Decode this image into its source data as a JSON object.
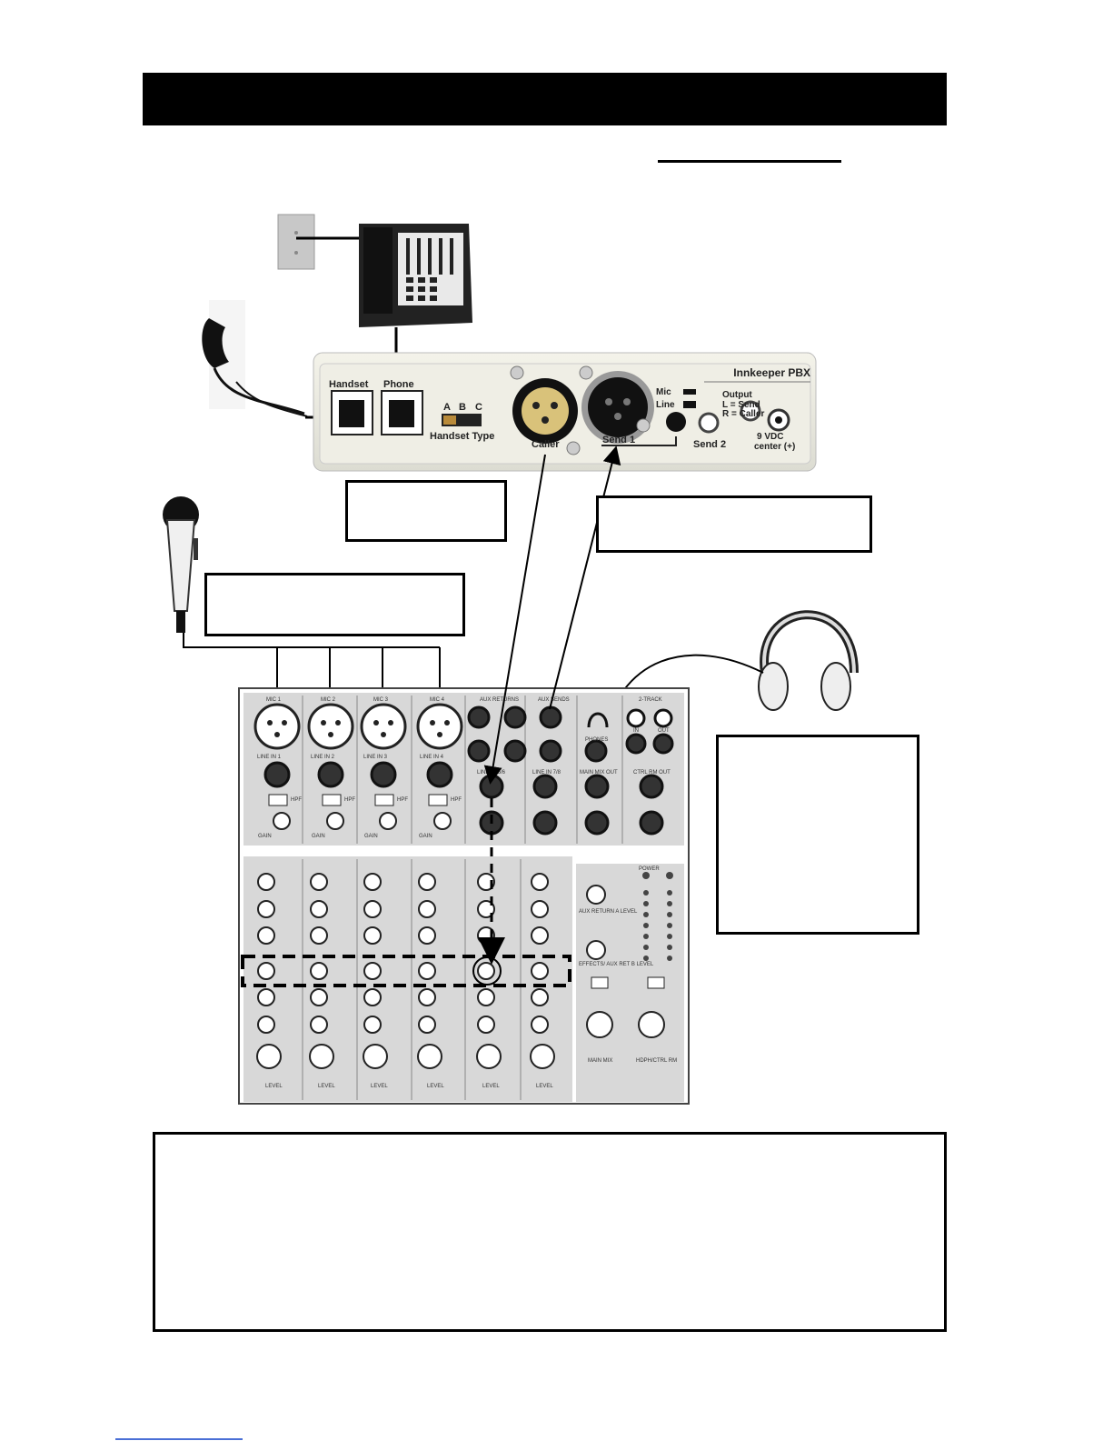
{
  "device": {
    "name": "Innkeeper PBX",
    "ports": {
      "handset": "Handset",
      "phone": "Phone",
      "caller": "Caller",
      "send1": "Send 1",
      "send2": "Send 2"
    },
    "handset_type": {
      "options": [
        "A",
        "B",
        "C"
      ],
      "label": "Handset Type"
    },
    "mic_line": {
      "mic": "Mic",
      "line": "Line"
    },
    "output_notes": [
      "Output",
      "L = Send",
      "R = Caller"
    ],
    "power": [
      "9 VDC",
      "center (+)"
    ]
  },
  "mixer": {
    "mic_inputs": [
      "MIC 1",
      "MIC 2",
      "MIC 3",
      "MIC 4"
    ],
    "line_in_labels": [
      "LINE IN 1",
      "LINE IN 2",
      "LINE IN 3",
      "LINE IN 4"
    ],
    "hpf_label": "HPF",
    "gain_label": "GAIN",
    "aux_returns": "AUX RETURNS",
    "aux_sends": "AUX SENDS",
    "phones": "PHONES",
    "two_track": "2-TRACK",
    "two_track_in": "IN",
    "two_track_out": "OUT",
    "line_in_56": "LINE IN 5/6",
    "line_in_78": "LINE IN 7/8",
    "main_mix_out": "MAIN MIX OUT",
    "ctrl_rm_out": "CTRL RM OUT",
    "level_label": "LEVEL",
    "main_mix": "MAIN MIX",
    "hdph_ctrl_rm": "HDPH/CTRL RM",
    "power_led": "POWER",
    "aux_return_a_level": "AUX RETURN A LEVEL",
    "effects_level": "EFFECTS/ AUX RET B LEVEL"
  }
}
